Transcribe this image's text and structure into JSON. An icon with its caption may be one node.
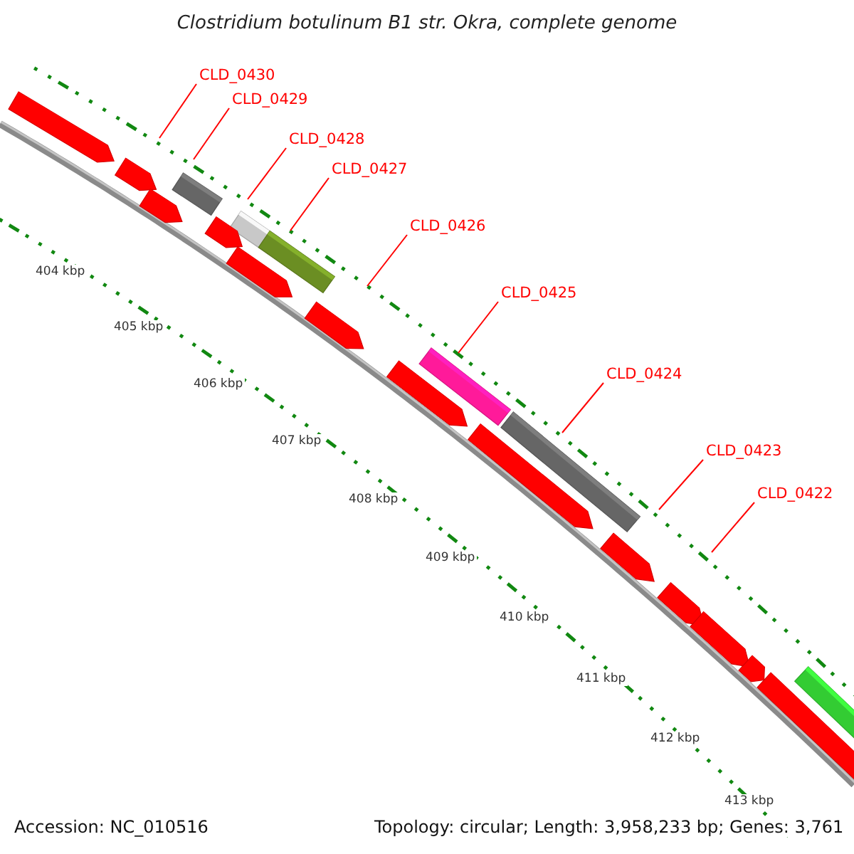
{
  "diagram": {
    "title": "Clostridium botulinum B1 str. Okra, complete genome",
    "nodes": [
      {
        "text": [
          "CLD_0430"
        ]
      },
      {
        "text": [
          "CLD_0429"
        ]
      },
      {
        "text": [
          "CLD_0428"
        ]
      },
      {
        "text": [
          "CLD_0427"
        ]
      },
      {
        "text": [
          "CLD_0426"
        ]
      },
      {
        "text": [
          "CLD_0425"
        ]
      },
      {
        "text": [
          "CLD_0424"
        ]
      },
      {
        "text": [
          "CLD_0423"
        ]
      },
      {
        "text": [
          "CLD_0422"
        ]
      }
    ],
    "edges": [
      {
        "from": 0,
        "to": null,
        "arrow": "none",
        "color": "#ff0000"
      },
      {
        "from": 1,
        "to": null,
        "arrow": "none",
        "color": "#ff0000"
      },
      {
        "from": 2,
        "to": null,
        "arrow": "none",
        "color": "#ff0000"
      },
      {
        "from": 3,
        "to": null,
        "arrow": "none",
        "color": "#ff0000"
      },
      {
        "from": 4,
        "to": null,
        "arrow": "none",
        "color": "#ff0000"
      },
      {
        "from": 5,
        "to": null,
        "arrow": "none",
        "color": "#ff0000"
      },
      {
        "from": 6,
        "to": null,
        "arrow": "none",
        "color": "#ff0000"
      },
      {
        "from": 7,
        "to": null,
        "arrow": "none",
        "color": "#ff0000"
      },
      {
        "from": 8,
        "to": null,
        "arrow": "none",
        "color": "#ff0000"
      }
    ],
    "labels": [
      "404 kbp",
      "405 kbp",
      "406 kbp",
      "407 kbp",
      "408 kbp",
      "409 kbp",
      "410 kbp",
      "411 kbp",
      "412 kbp",
      "413 kbp",
      "Accession: NC_010516",
      "Topology: circular; Length: 3,958,233 bp; Genes: 3,761"
    ]
  }
}
